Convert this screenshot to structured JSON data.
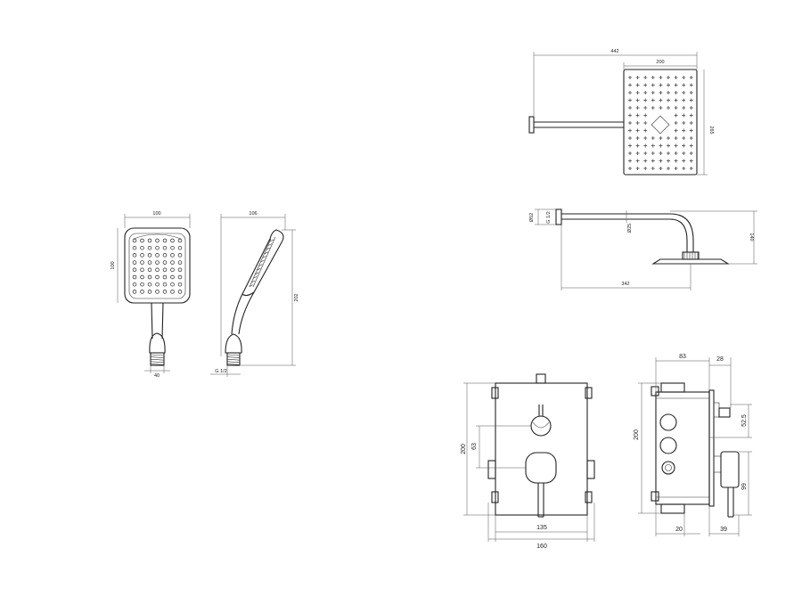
{
  "hand_shower": {
    "front_width": "100",
    "front_height": "100",
    "handle_width": "40",
    "side_depth": "106",
    "total_height": "202",
    "connection": "G 1/2"
  },
  "head_shower_top": {
    "overall_length": "442",
    "head_width": "200",
    "head_depth": "265"
  },
  "head_shower_side": {
    "wall_connection": "G 1/2",
    "flange_diameter": "Ø52",
    "arm_diameter": "Ø25",
    "projection": "342",
    "drop": "140"
  },
  "mixer_front": {
    "height": "200",
    "center_offset": "63",
    "inner_width": "135",
    "outer_width": "160"
  },
  "mixer_side": {
    "body_depth": "83",
    "plate_depth": "28",
    "height": "200",
    "knob_height": "52.5",
    "lever_height": "99",
    "bottom_offset": "20",
    "lever_depth": "39"
  },
  "colors": {
    "line": "#222222",
    "background": "#ffffff"
  }
}
